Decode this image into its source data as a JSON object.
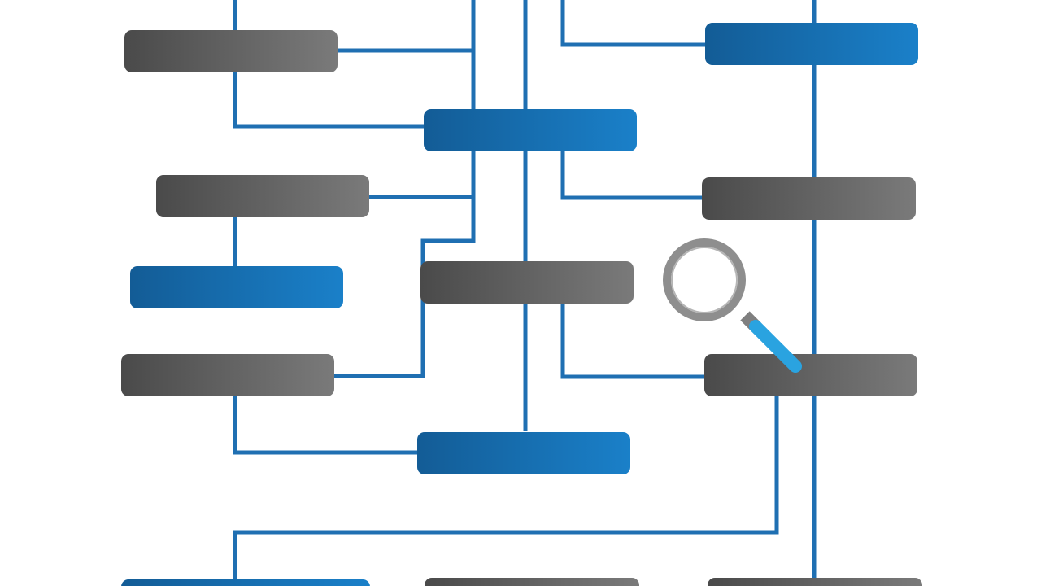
{
  "diagram": {
    "colors": {
      "background": "#ffffff",
      "connector": "#1f6fb2",
      "blue_box_dark": "#135c96",
      "blue_box_light": "#1a7fc8",
      "gray_box_dark": "#4a4a4a",
      "gray_box_light": "#7a7a7a",
      "magnifier_rim": "#8e8e8e",
      "magnifier_handle": "#2aa3e0"
    },
    "boxes": [
      {
        "id": "box-1",
        "style": "gray"
      },
      {
        "id": "box-2",
        "style": "blue"
      },
      {
        "id": "box-3",
        "style": "blue"
      },
      {
        "id": "box-4",
        "style": "gray"
      },
      {
        "id": "box-5",
        "style": "gray"
      },
      {
        "id": "box-6",
        "style": "blue"
      },
      {
        "id": "box-7",
        "style": "gray"
      },
      {
        "id": "box-8",
        "style": "gray"
      },
      {
        "id": "box-9",
        "style": "gray"
      },
      {
        "id": "box-10",
        "style": "blue"
      },
      {
        "id": "box-11",
        "style": "blue"
      },
      {
        "id": "box-12",
        "style": "gray"
      },
      {
        "id": "box-13",
        "style": "gray"
      }
    ],
    "icon": "magnifying-glass-icon"
  }
}
